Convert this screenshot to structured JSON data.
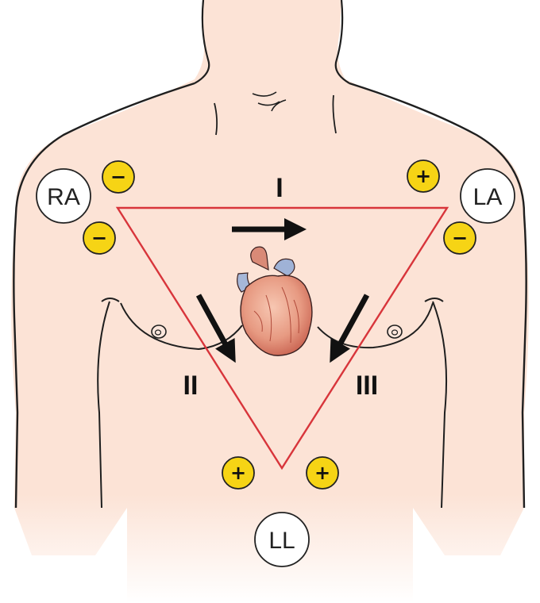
{
  "electrodes": {
    "ra": "RA",
    "la": "LA",
    "ll": "LL"
  },
  "leads": {
    "lead1": "I",
    "lead2": "II",
    "lead3": "III"
  },
  "polarity": {
    "ra_lead1": "−",
    "ra_lead2": "−",
    "la_lead1": "+",
    "la_lead3": "−",
    "ll_lead2": "+",
    "ll_lead3": "+"
  },
  "colors": {
    "skin": "#fce3d6",
    "triangle": "#d8353b",
    "badge": "#f6d415",
    "outline": "#1f1f1f"
  }
}
